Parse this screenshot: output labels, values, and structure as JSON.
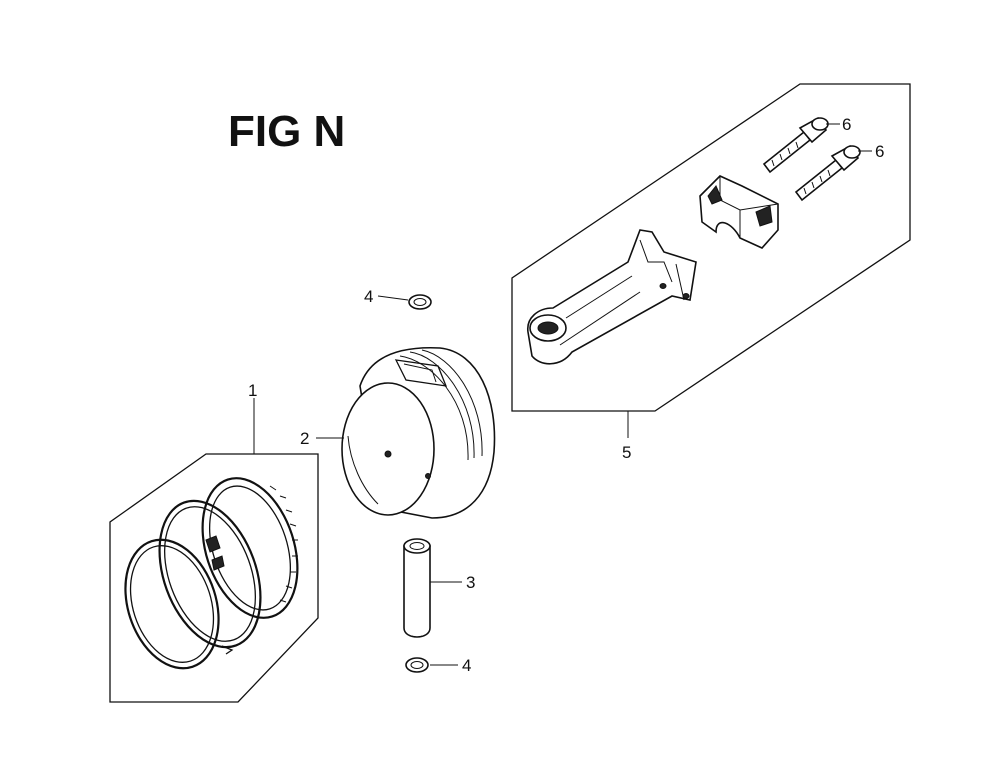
{
  "figure": {
    "title": "FIG N"
  },
  "callouts": {
    "piston_ring_set": "1",
    "piston": "2",
    "piston_pin": "3",
    "clip_upper": "4",
    "clip_lower": "4",
    "connecting_rod_assembly": "5",
    "rod_bolt_upper": "6",
    "rod_bolt_lower": "6"
  },
  "icons": {
    "piston_ring_set": "piston-rings-icon",
    "piston": "piston-icon",
    "piston_pin": "piston-pin-icon",
    "clip": "circlip-icon",
    "connecting_rod": "connecting-rod-icon",
    "rod_cap": "rod-cap-icon",
    "bolt": "bolt-icon"
  }
}
